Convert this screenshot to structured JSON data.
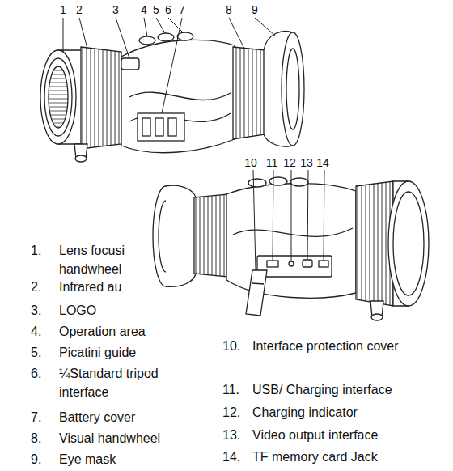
{
  "diagram": {
    "labels": [
      "1",
      "2",
      "3",
      "4",
      "5",
      "6",
      "7",
      "8",
      "9",
      "10",
      "11",
      "12",
      "13",
      "14",
      "1.",
      "Lens focusi handwheel",
      "2.",
      "Infrared au",
      "3.",
      "LOGO",
      "4.",
      "Operation area",
      "5.",
      "Picatini guide",
      "6.",
      "¼Standard tripod interface",
      "7.",
      "Battery cover",
      "8.",
      "Visual handwheel",
      "9.",
      "Eye mask",
      "10.",
      "Interface protection cover",
      "11.",
      "USB/ Charging interface",
      "12.",
      "Charging indicator",
      "13.",
      "Video output interface",
      "14.",
      "TF memory card Jack"
    ]
  }
}
